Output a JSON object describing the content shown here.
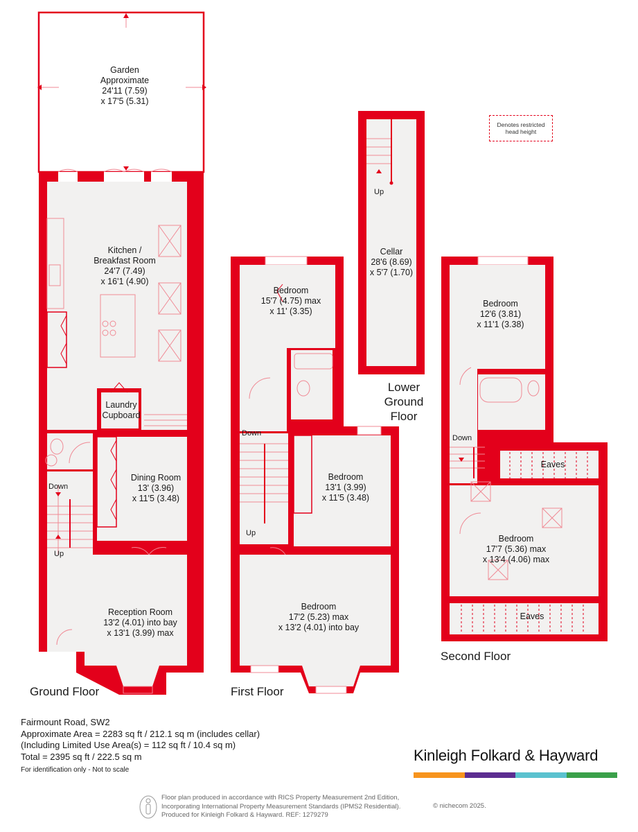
{
  "colors": {
    "wall": "#e3001b",
    "floor": "#f2f1f0",
    "fixture_line": "#f08a95",
    "brand_orange": "#f7941d",
    "brand_purple": "#5c2d91",
    "brand_teal": "#5bc2cf",
    "brand_green": "#3aa04a"
  },
  "legend": {
    "restricted_head_height": "Denotes restricted head height"
  },
  "floors": {
    "ground": {
      "title": "Ground Floor",
      "rooms": {
        "garden": {
          "name": "Garden",
          "line2": "Approximate",
          "dim1": "24'11 (7.59)",
          "dim2": "x 17'5 (5.31)"
        },
        "kitchen": {
          "name": "Kitchen /",
          "line2": "Breakfast Room",
          "dim1": "24'7 (7.49)",
          "dim2": "x 16'1 (4.90)"
        },
        "laundry": {
          "name": "Laundry",
          "line2": "Cupboard"
        },
        "dining": {
          "name": "Dining Room",
          "dim1": "13' (3.96)",
          "dim2": "x 11'5 (3.48)"
        },
        "reception": {
          "name": "Reception Room",
          "dim1": "13'2 (4.01) into bay",
          "dim2": "x 13'1 (3.99) max"
        }
      },
      "stairs": {
        "down": "Down",
        "up": "Up"
      }
    },
    "first": {
      "title": "First Floor",
      "rooms": {
        "bedroom_rear": {
          "name": "Bedroom",
          "dim1": "15'7 (4.75) max",
          "dim2": "x 11' (3.35)"
        },
        "bedroom_middle": {
          "name": "Bedroom",
          "dim1": "13'1 (3.99)",
          "dim2": "x 11'5 (3.48)"
        },
        "bedroom_front": {
          "name": "Bedroom",
          "dim1": "17'2 (5.23) max",
          "dim2": "x 13'2 (4.01) into bay"
        }
      },
      "stairs": {
        "down": "Down",
        "up": "Up"
      }
    },
    "lower_ground": {
      "title_line1": "Lower",
      "title_line2": "Ground Floor",
      "rooms": {
        "cellar": {
          "name": "Cellar",
          "dim1": "28'6 (8.69)",
          "dim2": "x 5'7 (1.70)"
        }
      },
      "stairs": {
        "up": "Up"
      }
    },
    "second": {
      "title": "Second Floor",
      "rooms": {
        "bedroom_rear": {
          "name": "Bedroom",
          "dim1": "12'6 (3.81)",
          "dim2": "x 11'1 (3.38)"
        },
        "bedroom_front": {
          "name": "Bedroom",
          "dim1": "17'7 (5.36) max",
          "dim2": "x 13'4 (4.06) max"
        },
        "eaves_upper": {
          "name": "Eaves"
        },
        "eaves_lower": {
          "name": "Eaves"
        }
      },
      "stairs": {
        "down": "Down"
      }
    }
  },
  "property_info": {
    "address": "Fairmount Road, SW2",
    "approx_area": "Approximate Area = 2283 sq ft / 212.1 sq m (includes cellar)",
    "limited_use": "(Including Limited Use Area(s) = 112 sq ft / 10.4 sq m)",
    "total": "Total = 2395 sq ft / 222.5 sq m",
    "disclaimer": "For identification only - Not to scale"
  },
  "brand": {
    "name": "Kinleigh Folkard & Hayward"
  },
  "credits": {
    "line1": "Floor plan produced in accordance with RICS Property Measurement 2nd Edition,",
    "line2": "Incorporating International Property Measurement Standards (IPMS2 Residential).",
    "line3": "Produced for Kinleigh Folkard & Hayward.   REF: 1279279",
    "copyright": "© nichecom 2025."
  }
}
